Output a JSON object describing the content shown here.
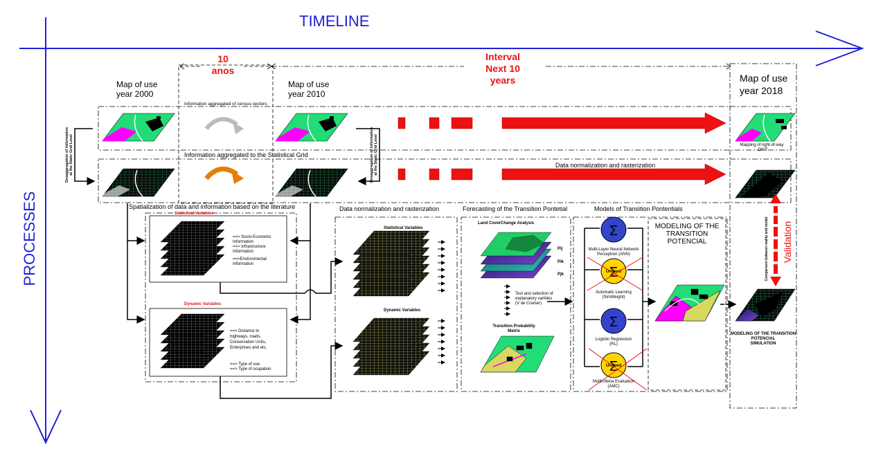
{
  "axes": {
    "timeline": "TIMELINE",
    "processes": "PROCESSES"
  },
  "interval_short": {
    "line1": "10",
    "line2": "anos"
  },
  "interval_long": {
    "line1": "Interval",
    "line2": "Next 10",
    "line3": "years"
  },
  "maps": {
    "y2000": {
      "line1": "Map of  use",
      "line2": "year 2000"
    },
    "y2010": {
      "line1": "Map of use",
      "line2": "year 2010"
    },
    "y2018": {
      "line1": "Map of use",
      "line2": "year 2018"
    }
  },
  "rows": {
    "census": "Information aggregated of census sectors",
    "grid": "Information aggregated to the Statistical Grid",
    "normalization": "Data normalization and rasterization",
    "right_of_way": {
      "line1": "Mapping of right-of-way",
      "line2": "- DNIT"
    }
  },
  "side_labels": {
    "left": {
      "line1": "Desaggregation of information",
      "line2": "at the Static Grid Level"
    },
    "mid": {
      "line1": "Desaggregation of information",
      "line2": "at the Static Grid Level"
    }
  },
  "spatialization": {
    "title": "Spatialization of data and information based on the literature",
    "statistical": {
      "title": "Statistical Variables",
      "items": [
        "==> Socio-Economic",
        "Information",
        "==> Infrastructure",
        "Information",
        "==>Environmental",
        "Information"
      ]
    },
    "dynamic": {
      "title": "Dynamic Variables",
      "items": [
        "==> Distance to",
        "highways, roads,",
        "Conservation Units,",
        "Enterprises and etc.",
        "==> Type of use",
        "==> Type of ocupation"
      ]
    }
  },
  "normalization_panel": {
    "title": "Data normalization and rasterization",
    "statistical": "Statistical Variables",
    "dynamic": "Dynamic Variables"
  },
  "forecasting": {
    "title": "Forecasting of the Transition Pontetial",
    "analysis": "Land CoverChange Analysis",
    "pij": "Pij",
    "pik": "Pik",
    "pjk": "Pjk",
    "test": {
      "line1": "Test and selection of",
      "line2": "explanatory varibles",
      "line3": "(V de Cramer)"
    },
    "matrix": {
      "line1": "Transition Probability",
      "line2": "Matrix"
    }
  },
  "models": {
    "title": "Models of Transition Pontentials",
    "sigma": "Σ",
    "unused": "Unused",
    "ann": {
      "line1": "Multi-Layer Neural Network",
      "line2": "Perceptron (ANN)"
    },
    "simweight": {
      "line1": "Automatic Learning",
      "line2": "(SimWeight)"
    },
    "rl": {
      "line1": "Logistic Regression",
      "line2": "(RL)"
    },
    "amc": {
      "line1": "Multicriteria Evaluation",
      "line2": "(AMC)"
    }
  },
  "modeling": {
    "line1": "MODELING OF THE",
    "line2": "TRANSITION",
    "line3": "POTENCIAL"
  },
  "simulation": {
    "line1": "MODELING OF THE TRANSITION",
    "line2": "POTENCIAL",
    "line3": "SIMULATION"
  },
  "validation": "Validation",
  "comparison": "Comparison between reality and model",
  "colors": {
    "axis_blue": "#1f1fd6",
    "highlight_red": "#ee1111",
    "map_green": "#22dd77",
    "map_magenta": "#ff00ff",
    "arrow_orange": "#e67e00",
    "arrow_gray": "#bbbbbb",
    "sigma_blue": "#3344cc",
    "sigma_yellow": "#ffd400",
    "grid_yellow": "#d8d860"
  }
}
